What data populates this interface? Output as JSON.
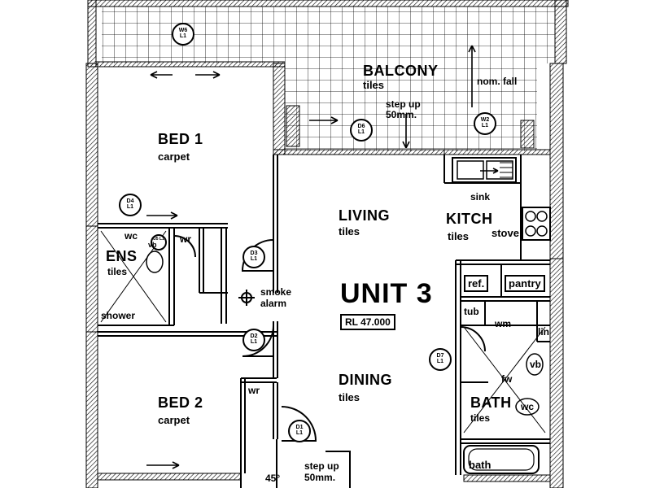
{
  "unit": {
    "name": "UNIT 3",
    "rl": "RL 47.000"
  },
  "rooms": {
    "balcony": {
      "name": "BALCONY",
      "finish": "tiles"
    },
    "bed1": {
      "name": "BED 1",
      "finish": "carpet"
    },
    "bed2": {
      "name": "BED 2",
      "finish": "carpet"
    },
    "living": {
      "name": "LIVING",
      "finish": "tiles"
    },
    "kitchen": {
      "name": "KITCH",
      "finish": "tiles"
    },
    "dining": {
      "name": "DINING",
      "finish": "tiles"
    },
    "ens": {
      "name": "ENS",
      "finish": "tiles"
    },
    "bath": {
      "name": "BATH",
      "finish": "tiles"
    }
  },
  "fixtures": {
    "sink": "sink",
    "stove": "stove",
    "ref": "ref.",
    "pantry": "pantry",
    "tub": "tub",
    "wm": "wm",
    "lin": "lin",
    "vb": "vb",
    "fw": "fw",
    "wc": "wc",
    "bath_tub": "bath",
    "shower": "shower",
    "wr1": "wr",
    "wr2": "wr",
    "wc_ens": "wc",
    "vb_ens": "vb",
    "smoke_alarm": "smoke alarm"
  },
  "notes": {
    "step_up_balcony": "step up 50mm.",
    "nom_fall": "nom. fall",
    "step_up_entry": "step up 50mm.",
    "angle": "45°"
  },
  "doors": {
    "d1": "D1 L1",
    "d2": "D2 L1",
    "d3": "D3 L1",
    "d4": "D4 L1",
    "d5": "D5 L1",
    "d6": "D6 L1",
    "d7": "D7 L1",
    "w2": "W2 L1",
    "w6": "W6 L1"
  }
}
